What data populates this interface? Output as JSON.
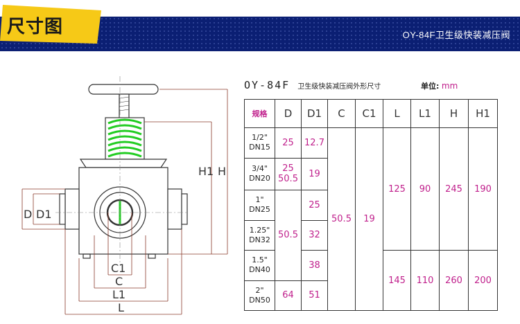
{
  "banner": {
    "tag": "尺寸图",
    "title": "OY-84F卫生级快装减压阀",
    "accent_color": "#f6c917",
    "background_color": "#0b1f73"
  },
  "drawing": {
    "labels": {
      "D": "D",
      "D1": "D1",
      "H1": "H1",
      "H": "H",
      "C1": "C1",
      "C": "C",
      "L1": "L1",
      "L": "L"
    },
    "spring_color": "#22cc22"
  },
  "table": {
    "title_main": "OY-84F",
    "title_sub": "卫生级快装减压阀外形尺寸",
    "unit_label": "单位:",
    "unit_value": "mm",
    "headers": [
      "规格",
      "D",
      "D1",
      "C",
      "C1",
      "L",
      "L1",
      "H",
      "H1"
    ],
    "sizes": [
      [
        "1/2\"",
        "DN15"
      ],
      [
        "3/4\"",
        "DN20"
      ],
      [
        "1\"",
        "DN25"
      ],
      [
        "1.25\"",
        "DN32"
      ],
      [
        "1.5\"",
        "DN40"
      ],
      [
        "2\"",
        "DN50"
      ]
    ],
    "D": {
      "r1": "25",
      "r2": [
        "25",
        "50.5"
      ],
      "r345": "50.5",
      "r6": "64"
    },
    "D1": {
      "r1": "12.7",
      "r2": "19",
      "r3": "25",
      "r4": "32",
      "r5": "38",
      "r6": "51"
    },
    "C": "50.5",
    "C1": "19",
    "group_a": {
      "L": "125",
      "L1": "90",
      "H": "245",
      "H1": "190"
    },
    "group_b": {
      "L": "145",
      "L1": "110",
      "H": "260",
      "H1": "200"
    }
  }
}
